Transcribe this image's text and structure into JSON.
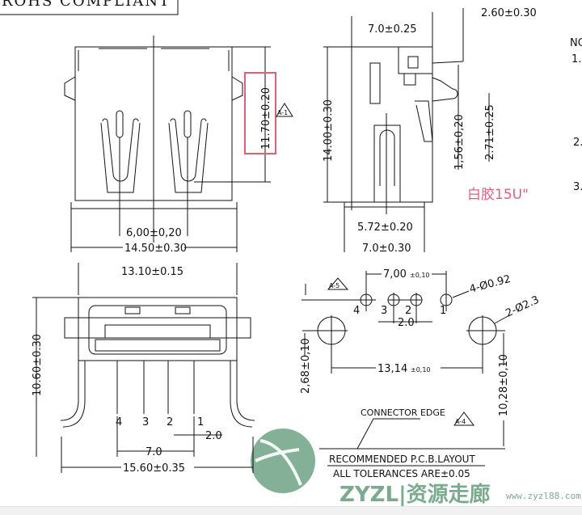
{
  "header": {
    "rohs": "ROHS COMPLIANT"
  },
  "front_view": {
    "height_dim": "11.70±0.20",
    "mark": "A-1",
    "pitch_dim": "6,00±0,20",
    "width_dim": "14.50±0.30"
  },
  "side_view": {
    "top_dim": "7.0±0.25",
    "offset_dim": "2.60±0.30",
    "height_dim": "14.00±0.30",
    "dim_a": "1,56±0,20",
    "dim_b": "2.71±0.25",
    "inner_dim": "5.72±0.20",
    "bottom_dim": "7.0±0.30",
    "annotation": "白胶15U\""
  },
  "notes": {
    "title": "NO",
    "items": [
      "1.",
      "2.",
      "3."
    ]
  },
  "socket_view": {
    "top_dim": "13.10±0.15",
    "height_dim": "10.60±0.30",
    "pins": [
      "4",
      "3",
      "2",
      "1"
    ],
    "pitch": "2.0",
    "span": "7.0",
    "width_dim": "15.60±0.35"
  },
  "pcb_layout": {
    "mark_a5": "A-5",
    "pin_span": "7,00",
    "pin_span_tol": "±0,10",
    "pins": [
      "4",
      "3",
      "2",
      "1"
    ],
    "hole_small": "4-Ø0.92",
    "hole_large": "2-Ø2.3",
    "pitch": "2.0",
    "hole_spacing": "13,14",
    "hole_spacing_tol": "±0,10",
    "dim_left": "2,68±0,10",
    "dim_right": "10,28±0,10",
    "edge_label": "CONNECTOR EDGE",
    "mark_a4": "A-4",
    "title": "RECOMMENDED P.C.B.LAYOUT",
    "tolerance": "ALL TOLERANCES ARE±0.05"
  },
  "watermark": {
    "brand": "ZYZL|资源走廊",
    "url": "www.zyzl88.com"
  },
  "colors": {
    "highlight": "#e0607a",
    "watermark": "#4f8f6a"
  }
}
